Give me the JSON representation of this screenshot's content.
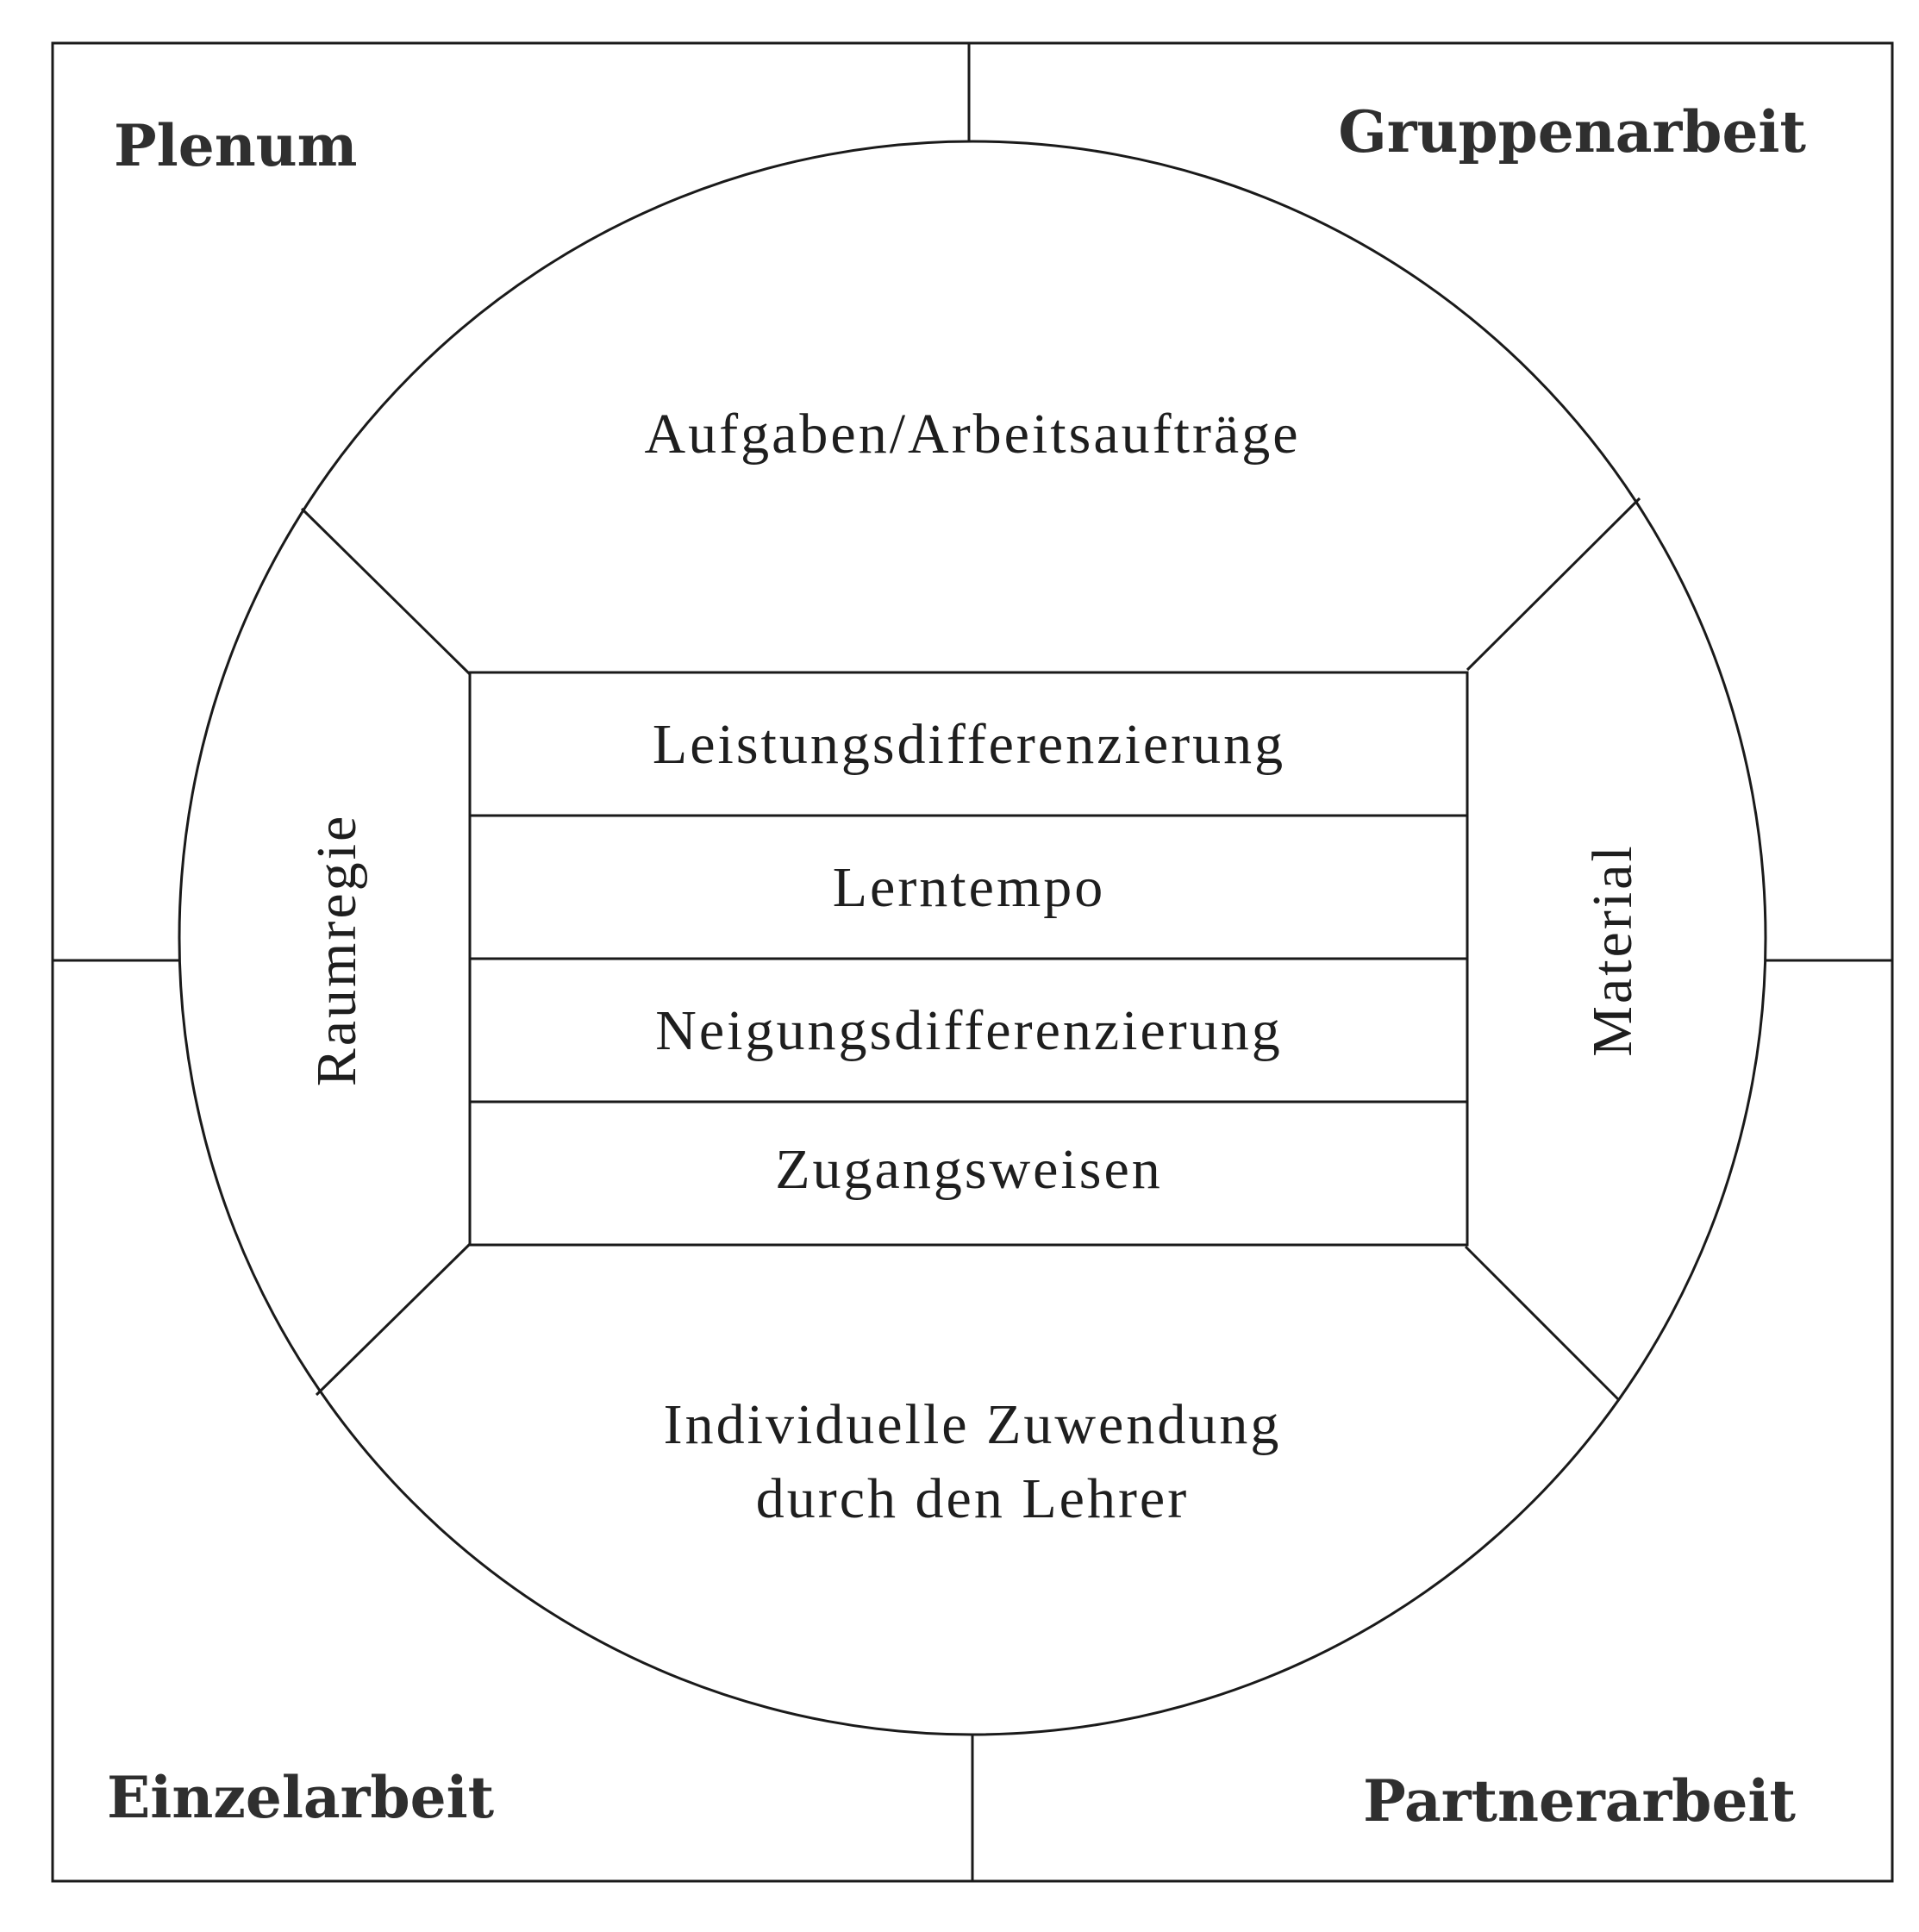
{
  "corners": {
    "top_left": "Plenum",
    "top_right": "Gruppenarbeit",
    "bottom_left": "Einzelarbeit",
    "bottom_right": "Partnerarbeit"
  },
  "circle": {
    "top": "Aufgaben/Arbeitsaufträge",
    "left": "Raumregie",
    "right": "Material",
    "bottom_line1": "Individuelle Zuwendung",
    "bottom_line2": "durch den Lehrer"
  },
  "center_rows": [
    "Leistungsdifferenzierung",
    "Lerntempo",
    "Neigungsdifferenzierung",
    "Zugangsweisen"
  ]
}
